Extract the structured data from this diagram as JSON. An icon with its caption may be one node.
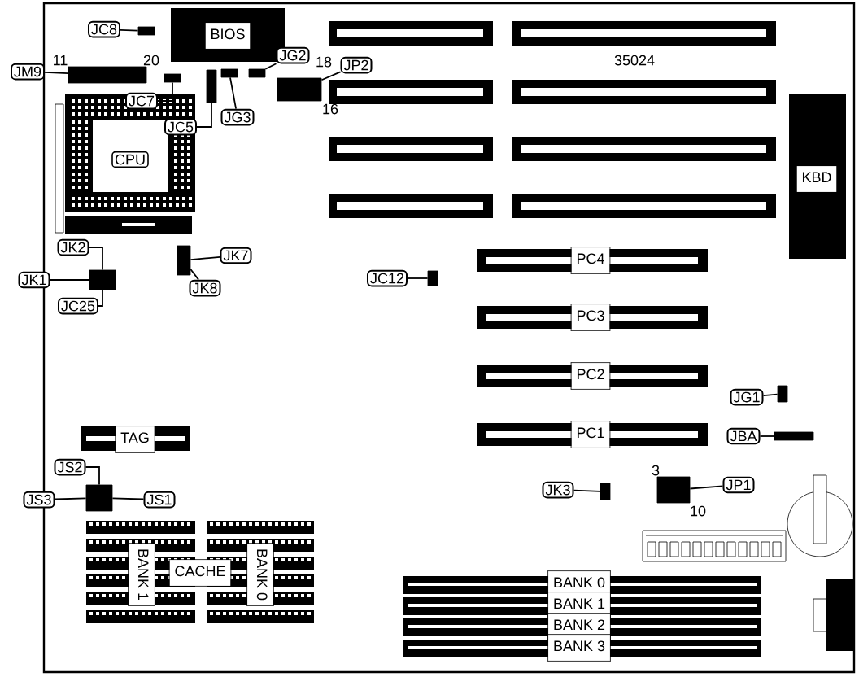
{
  "diagram": {
    "nodes": [
      {
        "text": [
          "BIOS"
        ]
      },
      {
        "text": [
          "CPU"
        ]
      },
      {
        "text": [
          "TAG"
        ]
      },
      {
        "text": [
          "BANK 1"
        ]
      },
      {
        "text": [
          "CACHE"
        ]
      },
      {
        "text": [
          "BANK 0"
        ]
      },
      {
        "text": [
          "PC4"
        ]
      },
      {
        "text": [
          "PC3"
        ]
      },
      {
        "text": [
          "PC2"
        ]
      },
      {
        "text": [
          "PC1"
        ]
      },
      {
        "text": [
          "BANK 0"
        ]
      },
      {
        "text": [
          "BANK 1"
        ]
      },
      {
        "text": [
          "BANK 2"
        ]
      },
      {
        "text": [
          "BANK 3"
        ]
      },
      {
        "text": [
          "KBD"
        ]
      },
      {
        "text": [
          "JC8"
        ]
      },
      {
        "text": [
          "JM9"
        ]
      },
      {
        "text": [
          "JC7"
        ]
      },
      {
        "text": [
          "JC5"
        ]
      },
      {
        "text": [
          "JG3"
        ]
      },
      {
        "text": [
          "JG2"
        ]
      },
      {
        "text": [
          "JP2"
        ]
      },
      {
        "text": [
          "JK2"
        ]
      },
      {
        "text": [
          "JK1"
        ]
      },
      {
        "text": [
          "JC25"
        ]
      },
      {
        "text": [
          "JK7"
        ]
      },
      {
        "text": [
          "JK8"
        ]
      },
      {
        "text": [
          "JC12"
        ]
      },
      {
        "text": [
          "JG1"
        ]
      },
      {
        "text": [
          "JBA"
        ]
      },
      {
        "text": [
          "JK3"
        ]
      },
      {
        "text": [
          "JP1"
        ]
      },
      {
        "text": [
          "JS2"
        ]
      },
      {
        "text": [
          "JS3"
        ]
      },
      {
        "text": [
          "JS1"
        ]
      },
      {
        "text": [],
        "shape": "box"
      },
      {
        "text": [],
        "shape": "box"
      },
      {
        "text": [],
        "shape": "box"
      },
      {
        "text": [],
        "shape": "box"
      },
      {
        "text": [],
        "shape": "box"
      },
      {
        "text": [],
        "shape": "box"
      },
      {
        "text": [],
        "shape": "box"
      },
      {
        "text": [],
        "shape": "box"
      },
      {
        "text": [],
        "shape": "box"
      },
      {
        "text": [],
        "shape": "box"
      },
      {
        "text": [],
        "shape": "box"
      },
      {
        "text": [],
        "shape": "box"
      },
      {
        "text": [],
        "shape": "box"
      },
      {
        "text": [],
        "shape": "box"
      },
      {
        "text": [],
        "shape": "box"
      },
      {
        "text": [],
        "shape": "bar"
      },
      {
        "text": [],
        "shape": "bar"
      },
      {
        "text": [],
        "shape": "bar"
      },
      {
        "text": [],
        "shape": "bar"
      },
      {
        "text": [],
        "shape": "bar"
      },
      {
        "text": [],
        "shape": "bar"
      },
      {
        "text": [],
        "shape": "bar"
      },
      {
        "text": [],
        "shape": "bar"
      }
    ],
    "edges": [
      {
        "from": 15,
        "to": 35,
        "arrow": "none"
      },
      {
        "from": 16,
        "to": 36,
        "arrow": "none"
      },
      {
        "from": 17,
        "to": 37,
        "arrow": "none"
      },
      {
        "from": 18,
        "to": 38,
        "arrow": "none"
      },
      {
        "from": 19,
        "to": 39,
        "arrow": "none"
      },
      {
        "from": 20,
        "to": 40,
        "arrow": "none"
      },
      {
        "from": 21,
        "to": 41,
        "arrow": "none"
      },
      {
        "from": 22,
        "to": 42,
        "arrow": "none"
      },
      {
        "from": 23,
        "to": 42,
        "arrow": "none"
      },
      {
        "from": 24,
        "to": 42,
        "arrow": "none"
      },
      {
        "from": 25,
        "to": 43,
        "arrow": "none"
      },
      {
        "from": 26,
        "to": 43,
        "arrow": "none"
      },
      {
        "from": 27,
        "to": 44,
        "arrow": "none"
      },
      {
        "from": 28,
        "to": 45,
        "arrow": "none"
      },
      {
        "from": 29,
        "to": 46,
        "arrow": "none"
      },
      {
        "from": 30,
        "to": 47,
        "arrow": "none"
      },
      {
        "from": 31,
        "to": 48,
        "arrow": "none"
      },
      {
        "from": 32,
        "to": 49,
        "arrow": "none"
      },
      {
        "from": 33,
        "to": 49,
        "arrow": "none"
      },
      {
        "from": 34,
        "to": 49,
        "arrow": "none"
      }
    ],
    "labels": [
      "11",
      "20",
      "35024",
      "18",
      "16",
      "3",
      "10"
    ]
  }
}
